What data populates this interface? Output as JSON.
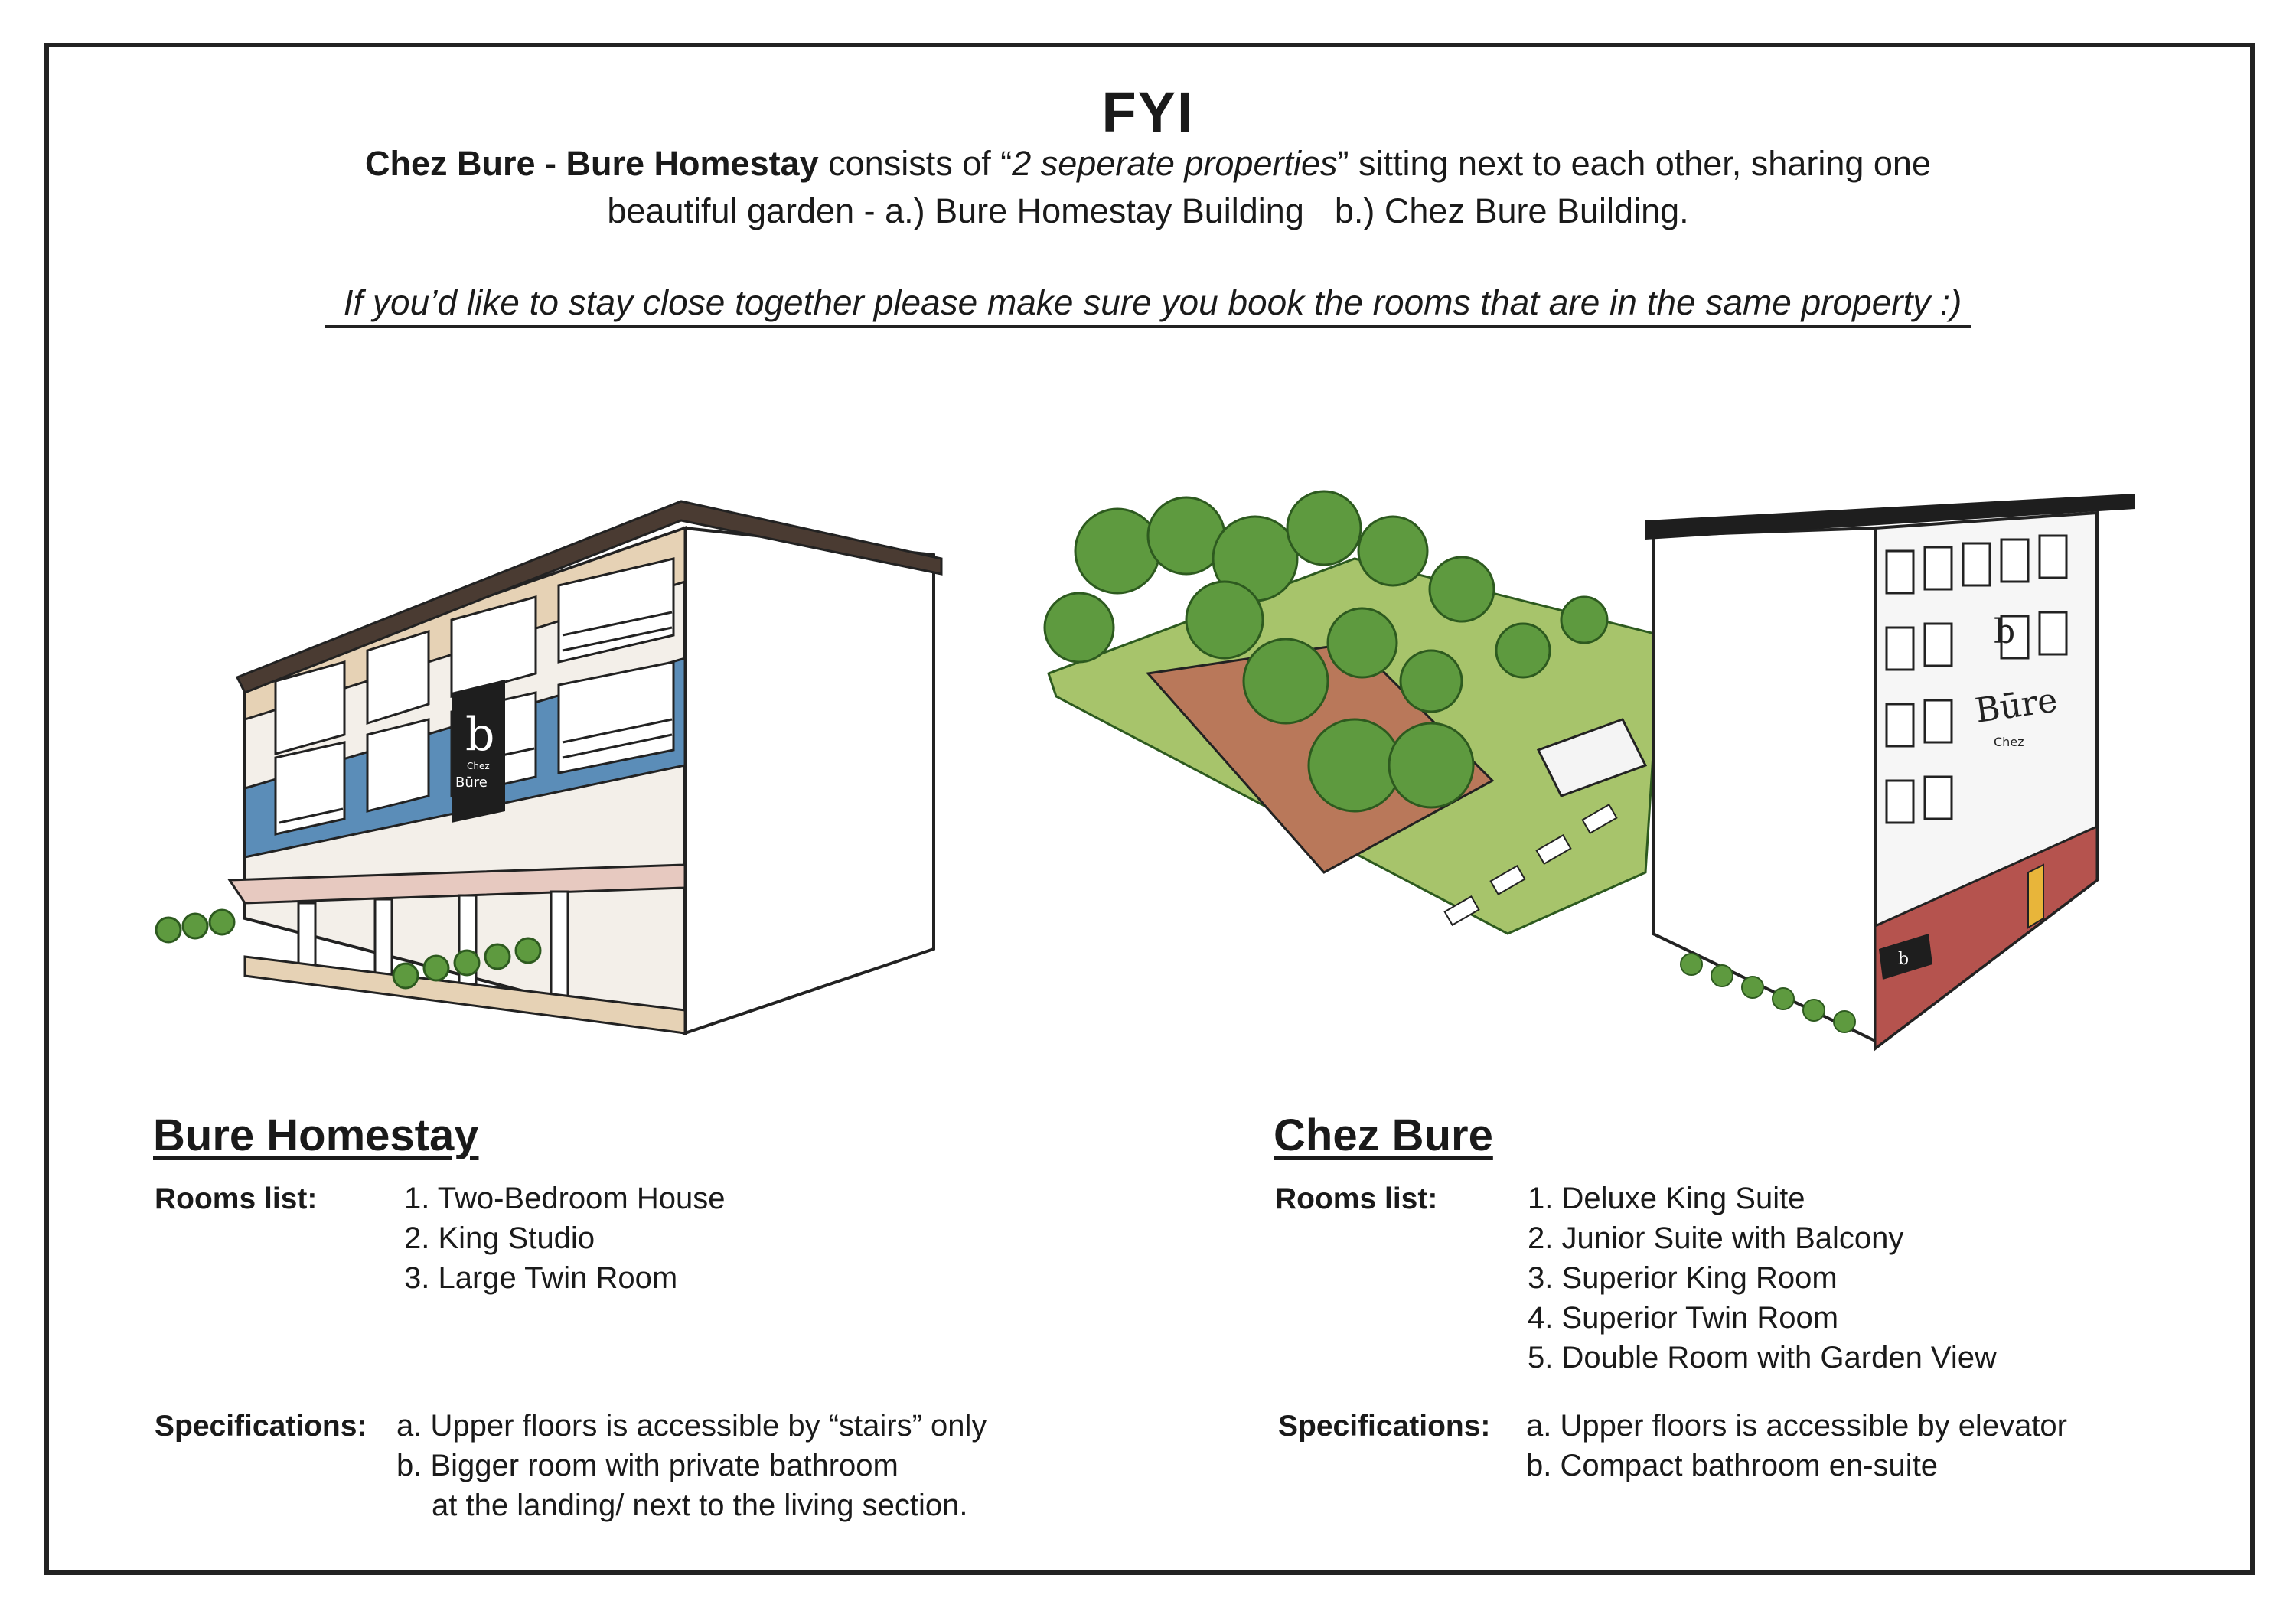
{
  "header": {
    "title": "FYI",
    "line1_bold": "Chez Bure - Bure Homestay",
    "line1_rest": " consists of  “",
    "line1_italic": "2 seperate properties",
    "line1_end": "” sitting next to each other, sharing one",
    "line2_a": "beautiful garden - a.) Bure Homestay Building",
    "line2_b": "b.) Chez Bure Building.",
    "note": "If you’d like to stay close together please make sure you book the rooms that are in the same property :)"
  },
  "illustrations": {
    "homestay_sign_letter": "b",
    "homestay_sign_small": "Chez",
    "homestay_sign_word": "Būre",
    "chez_sign_letter": "b",
    "chez_sign_word": "Būre",
    "chez_sign_small": "Chez",
    "chez_awning_letter": "b"
  },
  "bure_homestay": {
    "title": "Bure Homestay",
    "rooms_label": "Rooms list:",
    "rooms": [
      "1. Two-Bedroom House",
      "2. King Studio",
      "3. Large Twin Room"
    ],
    "spec_label": "Specifications:",
    "specs": [
      "a. Upper floors is accessible by “stairs” only",
      "b. Bigger room with private bathroom",
      "at the landing/ next to the living section."
    ]
  },
  "chez_bure": {
    "title": "Chez Bure",
    "rooms_label": "Rooms list:",
    "rooms": [
      "1. Deluxe King Suite",
      "2. Junior Suite with Balcony",
      "3. Superior King Room",
      "4. Superior Twin Room",
      "5. Double Room with Garden View"
    ],
    "spec_label": "Specifications:",
    "specs": [
      "a. Upper floors is accessible by elevator",
      "b. Compact bathroom en-suite"
    ]
  },
  "colors": {
    "frame": "#222222",
    "roof": "#4a3b32",
    "blue": "#5b8db8",
    "beige": "#e6d2b5",
    "brick": "#b5534e",
    "garden": "#a7c46b",
    "tree": "#5e9a3f",
    "deck": "#b9785a",
    "door": "#e8b53a"
  }
}
